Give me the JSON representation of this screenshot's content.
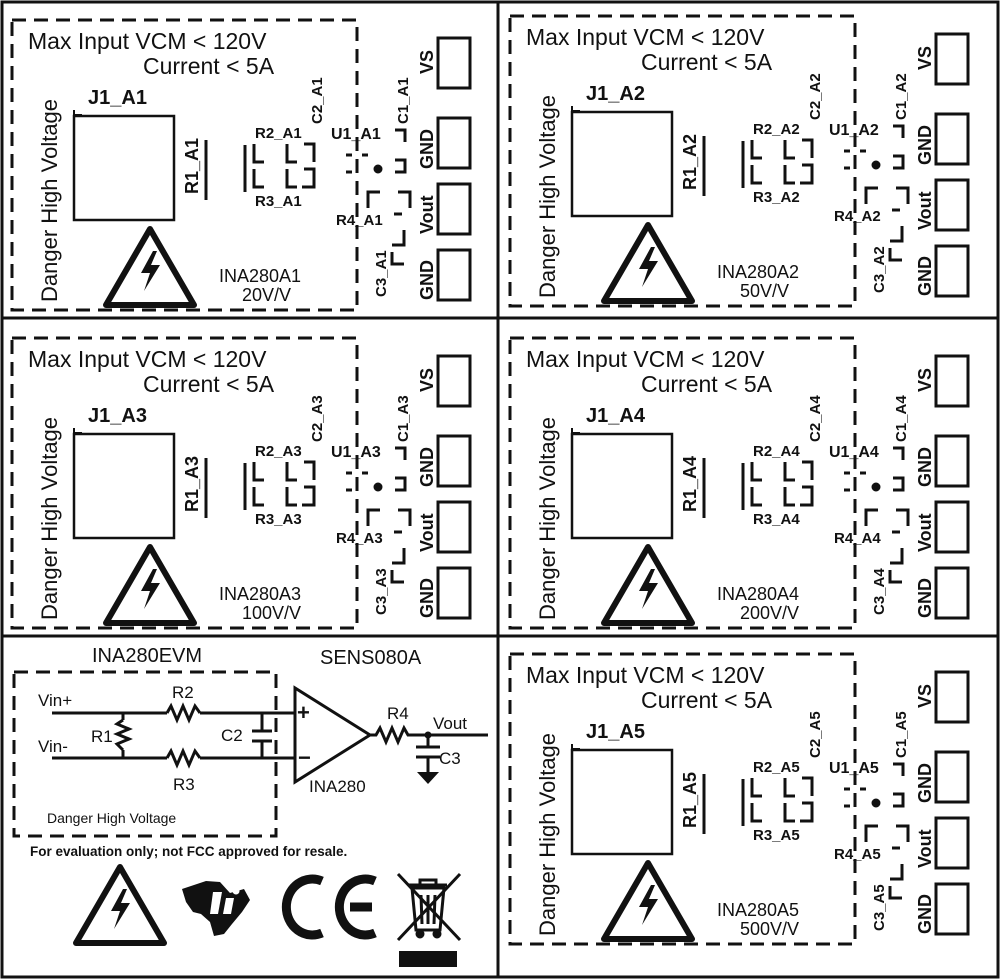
{
  "panels": [
    {
      "vcm": "Max Input VCM < 120V",
      "current": "Current < 5A",
      "danger": "Danger High Voltage",
      "j1": "J1_A1",
      "r1": "R1_A1",
      "c2": "C2_A1",
      "c1": "C1_A1",
      "r2": "R2_A1",
      "u1": "U1_A1",
      "r3": "R3_A1",
      "r4": "R4_A1",
      "c3": "C3_A1",
      "part": "INA280A1",
      "gain": "20V/V"
    },
    {
      "vcm": "Max Input VCM < 120V",
      "current": "Current < 5A",
      "danger": "Danger High Voltage",
      "j1": "J1_A2",
      "r1": "R1_A2",
      "c2": "C2_A2",
      "c1": "C1_A2",
      "r2": "R2_A2",
      "u1": "U1_A2",
      "r3": "R3_A2",
      "r4": "R4_A2",
      "c3": "C3_A2",
      "part": "INA280A2",
      "gain": "50V/V"
    },
    {
      "vcm": "Max Input VCM < 120V",
      "current": "Current < 5A",
      "danger": "Danger High Voltage",
      "j1": "J1_A3",
      "r1": "R1_A3",
      "c2": "C2_A3",
      "c1": "C1_A3",
      "r2": "R2_A3",
      "u1": "U1_A3",
      "r3": "R3_A3",
      "r4": "R4_A3",
      "c3": "C3_A3",
      "part": "INA280A3",
      "gain": "100V/V"
    },
    {
      "vcm": "Max Input VCM < 120V",
      "current": "Current < 5A",
      "danger": "Danger High Voltage",
      "j1": "J1_A4",
      "r1": "R1_A4",
      "c2": "C2_A4",
      "c1": "C1_A4",
      "r2": "R2_A4",
      "u1": "U1_A4",
      "r3": "R3_A4",
      "r4": "R4_A4",
      "c3": "C3_A4",
      "part": "INA280A4",
      "gain": "200V/V"
    },
    {
      "vcm": "Max Input VCM < 120V",
      "current": "Current < 5A",
      "danger": "Danger High Voltage",
      "j1": "J1_A5",
      "r1": "R1_A5",
      "c2": "C2_A5",
      "c1": "C1_A5",
      "r2": "R2_A5",
      "u1": "U1_A5",
      "r3": "R3_A5",
      "r4": "R4_A5",
      "c3": "C3_A5",
      "part": "INA280A5",
      "gain": "500V/V"
    }
  ],
  "pins": {
    "vs": "VS",
    "gnd": "GND",
    "vout": "Vout"
  },
  "schematic": {
    "title": "INA280EVM",
    "subtitle": "SENS080A",
    "vin_plus": "Vin+",
    "vin_minus": "Vin-",
    "r1": "R1",
    "r2": "R2",
    "r3": "R3",
    "r4": "R4",
    "c2": "C2",
    "c3": "C3",
    "plus": "+",
    "minus": "−",
    "vout": "Vout",
    "ic": "INA280",
    "danger": "Danger High Voltage",
    "note": "For evaluation only; not FCC approved for resale."
  },
  "icons": [
    "high-voltage-warning-icon",
    "ti-logo-icon",
    "ce-mark-icon",
    "weee-bin-icon"
  ],
  "colors": {
    "ink": "#111111",
    "background": "#ffffff"
  }
}
